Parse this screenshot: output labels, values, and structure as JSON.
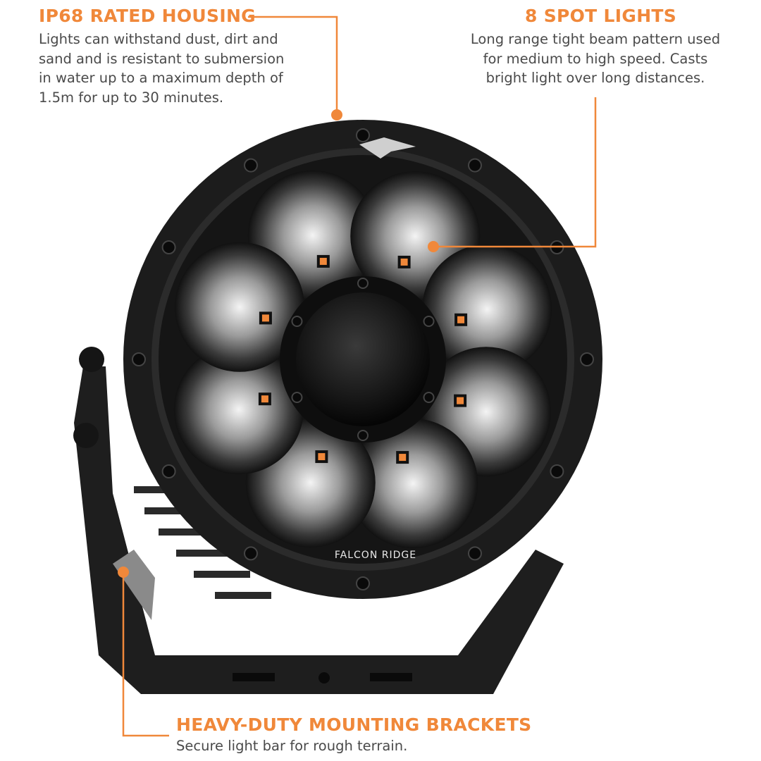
{
  "features": [
    {
      "title": "IP68 RATED HOUSING",
      "lines": [
        "Lights can withstand dust, dirt and",
        "sand and is resistant to submersion",
        "in water up to a maximum depth of",
        "1.5m for up to 30 minutes."
      ]
    },
    {
      "title": "8 SPOT LIGHTS",
      "lines": [
        "Long range tight beam pattern used",
        "for medium to high speed. Casts",
        "bright light over long distances."
      ]
    },
    {
      "title": "HEAVY-DUTY MOUNTING BRACKETS",
      "lines": [
        "Secure light bar for rough terrain."
      ]
    }
  ],
  "product": {
    "brand": "FALCON RIDGE"
  },
  "colors": {
    "accent": "#f0883a",
    "text": "#4a4a4a",
    "housing": "#1c1c1c"
  }
}
